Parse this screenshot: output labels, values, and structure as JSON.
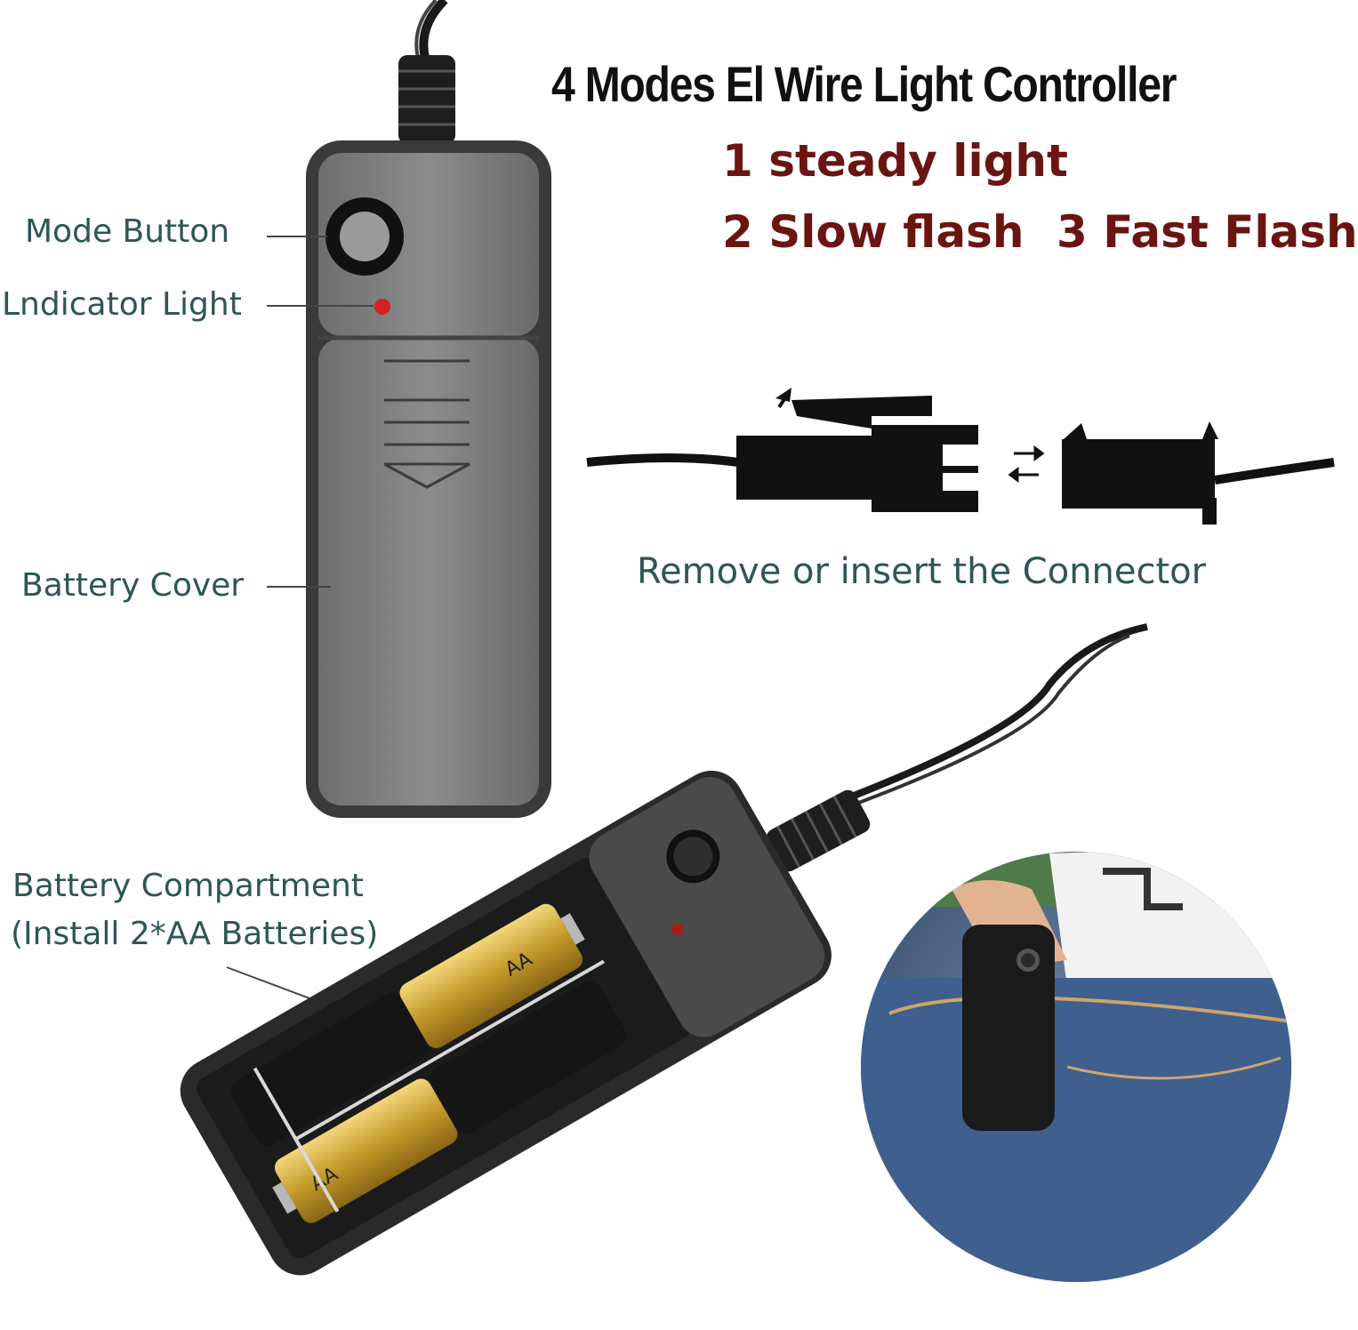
{
  "title": "4 Modes El Wire Light Controller",
  "modes": [
    "1 steady light",
    "2 Slow flash",
    "3 Fast Flash"
  ],
  "callouts": {
    "mode_button": "Mode Button",
    "indicator_light": "Lndicator Light",
    "battery_cover": "Battery Cover",
    "battery_compartment_line1": "Battery Compartment",
    "battery_compartment_line2": "(Install 2*AA Batteries)"
  },
  "connector_caption": "Remove or insert the Connector",
  "battery_label": "AA",
  "colors": {
    "title": "#111111",
    "modes": "#6b1512",
    "labels": "#2e5656",
    "controller": "#8a8a8a",
    "indicator": "#d42020"
  }
}
